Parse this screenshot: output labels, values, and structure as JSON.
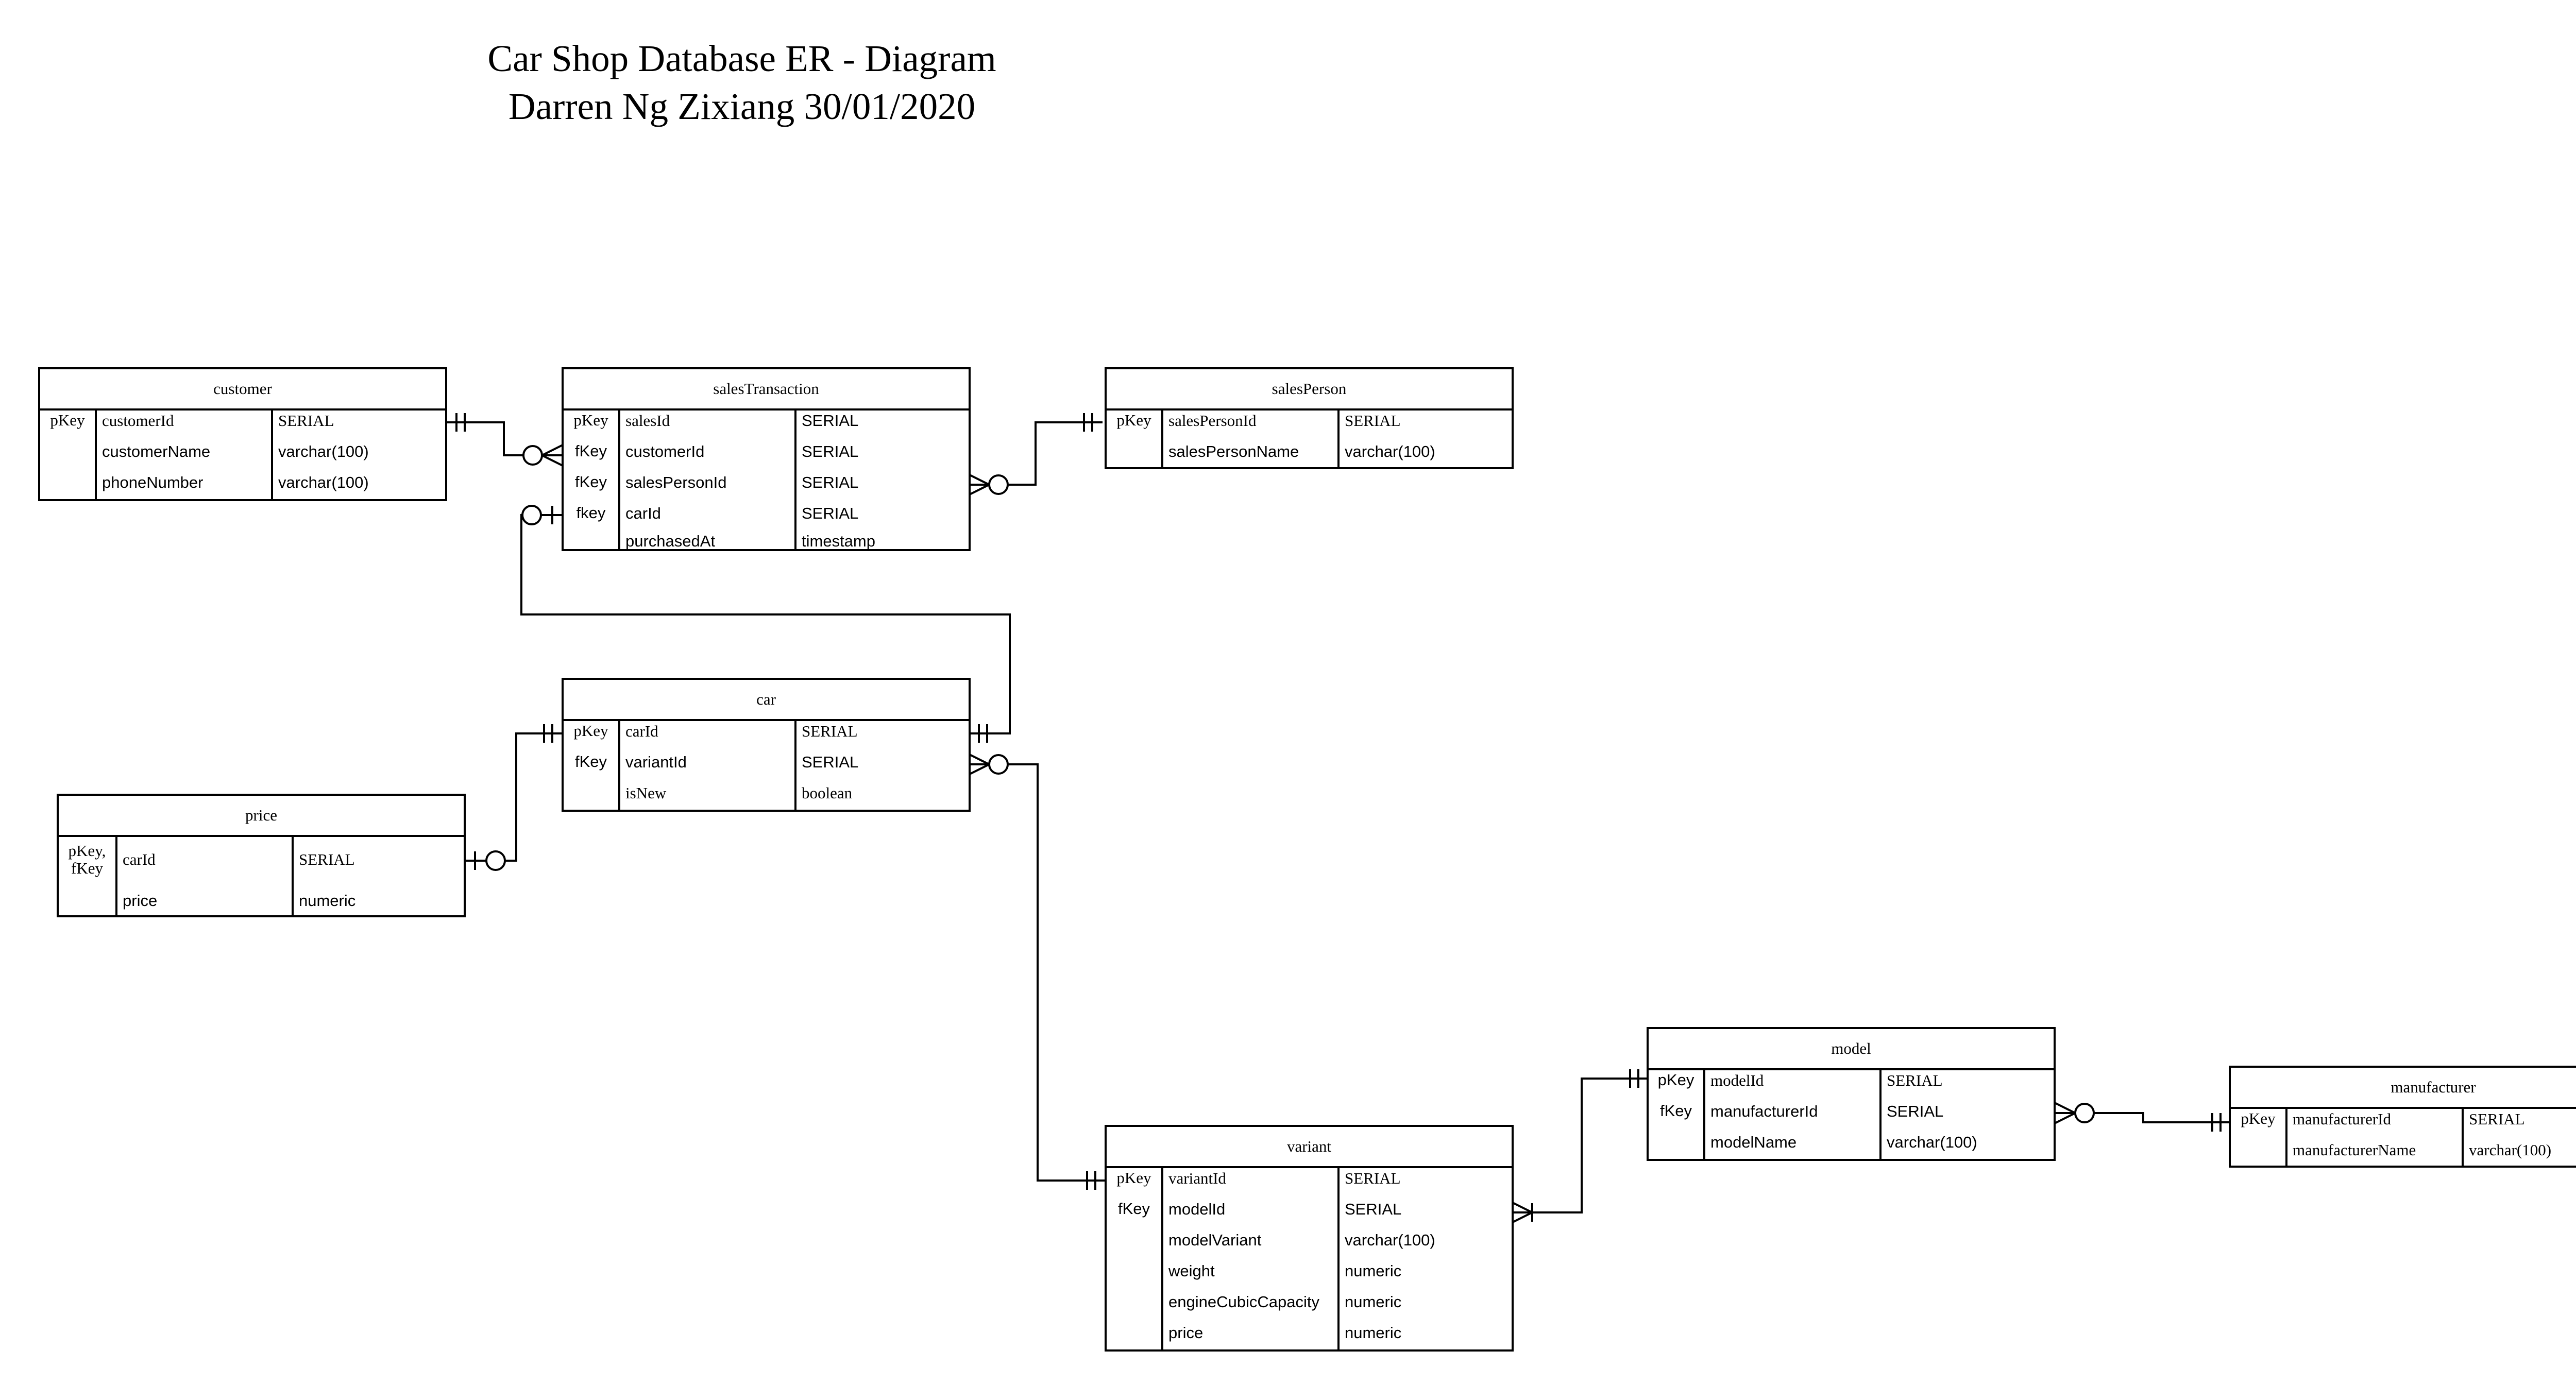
{
  "diagram": {
    "title": "Car Shop Database ER - Diagram",
    "subtitle": "Darren Ng Zixiang 30/01/2020"
  },
  "entities": {
    "customer": {
      "name": "customer",
      "rows": [
        {
          "key": "pKey",
          "field": "customerId",
          "type": "SERIAL"
        },
        {
          "key": "",
          "field": "customerName",
          "type": "varchar(100)"
        },
        {
          "key": "",
          "field": "phoneNumber",
          "type": "varchar(100)"
        }
      ]
    },
    "salesTransaction": {
      "name": "salesTransaction",
      "rows": [
        {
          "key": "pKey",
          "field": "salesId",
          "type": "SERIAL"
        },
        {
          "key": "fKey",
          "field": "customerId",
          "type": "SERIAL"
        },
        {
          "key": "fKey",
          "field": "salesPersonId",
          "type": "SERIAL"
        },
        {
          "key": "fkey",
          "field": "carId",
          "type": "SERIAL"
        },
        {
          "key": "",
          "field": "purchasedAt",
          "type": "timestamp"
        }
      ]
    },
    "salesPerson": {
      "name": "salesPerson",
      "rows": [
        {
          "key": "pKey",
          "field": "salesPersonId",
          "type": "SERIAL"
        },
        {
          "key": "",
          "field": "salesPersonName",
          "type": "varchar(100)"
        }
      ]
    },
    "car": {
      "name": "car",
      "rows": [
        {
          "key": "pKey",
          "field": "carId",
          "type": "SERIAL"
        },
        {
          "key": "fKey",
          "field": "variantId",
          "type": "SERIAL"
        },
        {
          "key": "",
          "field": "isNew",
          "type": "boolean"
        }
      ]
    },
    "price": {
      "name": "price",
      "rows": [
        {
          "key": "pKey,\nfKey",
          "field": "carId",
          "type": "SERIAL"
        },
        {
          "key": "",
          "field": "price",
          "type": "numeric"
        }
      ]
    },
    "variant": {
      "name": "variant",
      "rows": [
        {
          "key": "pKey",
          "field": "variantId",
          "type": "SERIAL"
        },
        {
          "key": "fKey",
          "field": "modelId",
          "type": "SERIAL"
        },
        {
          "key": "",
          "field": "modelVariant",
          "type": "varchar(100)"
        },
        {
          "key": "",
          "field": "weight",
          "type": "numeric"
        },
        {
          "key": "",
          "field": "engineCubicCapacity",
          "type": "numeric"
        },
        {
          "key": "",
          "field": "price",
          "type": "numeric"
        }
      ]
    },
    "model": {
      "name": "model",
      "rows": [
        {
          "key": "pKey",
          "field": "modelId",
          "type": "SERIAL"
        },
        {
          "key": "fKey",
          "field": "manufacturerId",
          "type": "SERIAL"
        },
        {
          "key": "",
          "field": "modelName",
          "type": "varchar(100)"
        }
      ]
    },
    "manufacturer": {
      "name": "manufacturer",
      "rows": [
        {
          "key": "pKey",
          "field": "manufacturerId",
          "type": "SERIAL"
        },
        {
          "key": "",
          "field": "manufacturerName",
          "type": "varchar(100)"
        }
      ]
    }
  },
  "relationships": [
    {
      "from": "customer",
      "to": "salesTransaction",
      "from_end": "one-and-only-one",
      "to_end": "zero-or-many"
    },
    {
      "from": "salesPerson",
      "to": "salesTransaction",
      "from_end": "one-and-only-one",
      "to_end": "zero-or-many"
    },
    {
      "from": "car",
      "to": "salesTransaction",
      "from_end": "one-and-only-one",
      "to_end": "zero-or-one"
    },
    {
      "from": "car",
      "to": "price",
      "from_end": "one-and-only-one",
      "to_end": "zero-or-one"
    },
    {
      "from": "variant",
      "to": "car",
      "from_end": "one-and-only-one",
      "to_end": "zero-or-many"
    },
    {
      "from": "model",
      "to": "variant",
      "from_end": "one-and-only-one",
      "to_end": "one-or-many"
    },
    {
      "from": "manufacturer",
      "to": "model",
      "from_end": "one-and-only-one",
      "to_end": "zero-or-many"
    }
  ]
}
